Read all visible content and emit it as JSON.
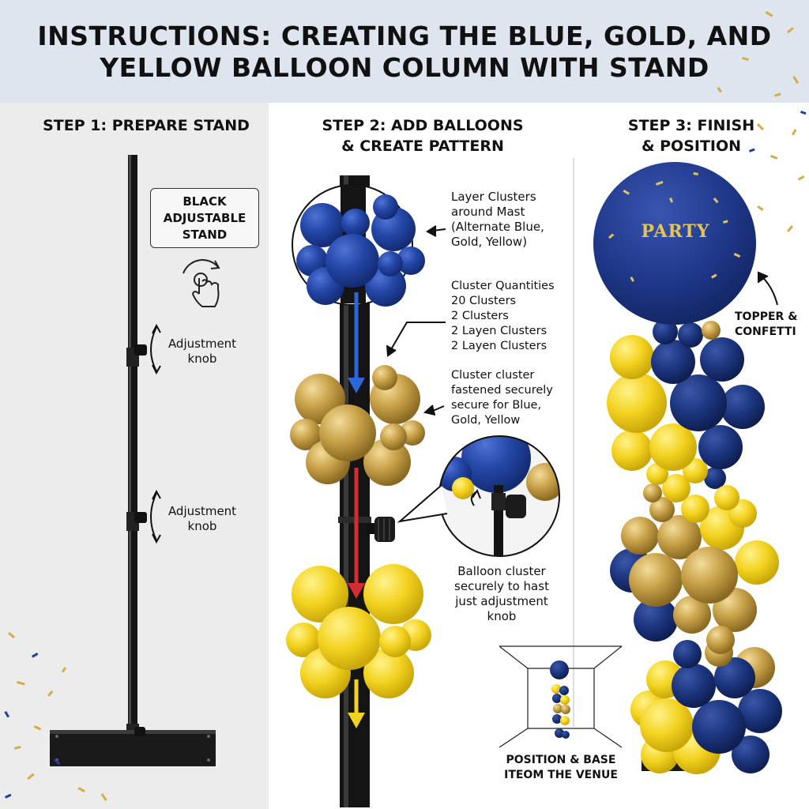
{
  "header": {
    "title_line1": "INSTRUCTIONS: CREATING THE BLUE, GOLD, AND",
    "title_line2": "YELLOW BALLOON COLUMN WITH STAND"
  },
  "step1": {
    "title": "STEP 1: PREPARE STAND",
    "stand_label_lines": [
      "BLACK",
      "ADJUSTABLE",
      "STAND"
    ],
    "knob_label_1": [
      "Adjustment",
      "knob"
    ],
    "knob_label_2": [
      "Adjustment",
      "knob"
    ]
  },
  "step2": {
    "title_lines": [
      "STEP 2: ADD BALLOONS",
      "& CREATE PATTERN"
    ],
    "layer_lines": [
      "Layer Clusters",
      "around Mast",
      "(Alternate Blue,",
      "Gold, Yellow)"
    ],
    "quantity_lines": [
      "Cluster Quantities",
      "20 Clusters",
      "2 Clusters",
      "2 Layen Clusters",
      "2 Layen Clusters"
    ],
    "fasten_lines": [
      "Cluster cluster",
      "fastened securely",
      "secure for Blue,",
      "Gold, Yellow"
    ],
    "detail_lines": [
      "Balloon cluster",
      "securely to hast",
      "just adjustment",
      "knob"
    ],
    "position_lines": [
      "POSITION & BASE",
      "ITEOM THE VENUE"
    ]
  },
  "step3": {
    "title_lines": [
      "STEP 3: FINISH",
      "& POSITION"
    ],
    "topper_lines": [
      "TOPPER &",
      "CONFETTI"
    ],
    "topper_text": "PARTY"
  },
  "colors": {
    "blue": "#1f3f9e",
    "navy": "#1b3276",
    "gold": "#c9a24a",
    "yellow": "#f3d21f",
    "pole": "#151515",
    "header_bg": "#dfe5ef"
  }
}
